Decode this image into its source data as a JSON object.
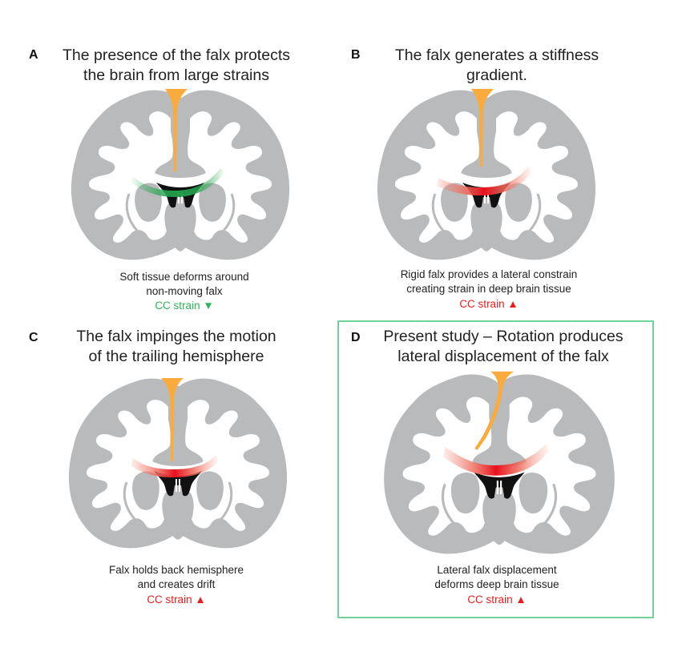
{
  "figure": {
    "panels": [
      {
        "id": "A",
        "letter": "A",
        "title_line1": "The presence of the falx protects",
        "title_line2": "the brain from large strains",
        "caption_line1": "Soft tissue deforms around",
        "caption_line2": "non-moving falx",
        "strain_label": "CC strain ▼",
        "strain_direction": "decrease",
        "strain_color": "#2bb55a",
        "falx_state": "vertical",
        "cc_highlight": "green",
        "highlighted": false
      },
      {
        "id": "B",
        "letter": "B",
        "title_line1": "The falx generates a stiffness",
        "title_line2": "gradient.",
        "caption_line1": "Rigid falx provides a lateral constrain",
        "caption_line2": "creating strain in deep brain tissue",
        "strain_label": "CC strain ▲",
        "strain_direction": "increase",
        "strain_color": "#ee1c1c",
        "falx_state": "vertical",
        "cc_highlight": "red",
        "highlighted": false
      },
      {
        "id": "C",
        "letter": "C",
        "title_line1": "The falx impinges the motion",
        "title_line2": "of the trailing hemisphere",
        "caption_line1": "Falx holds back hemisphere",
        "caption_line2": "and creates drift",
        "strain_label": "CC strain ▲",
        "strain_direction": "increase",
        "strain_color": "#ee1c1c",
        "falx_state": "vertical",
        "cc_highlight": "red",
        "highlighted": false
      },
      {
        "id": "D",
        "letter": "D",
        "title_line1": "Present study – Rotation produces",
        "title_line2": "lateral displacement of the falx",
        "caption_line1": "Lateral falx displacement",
        "caption_line2": "deforms deep brain tissue",
        "strain_label": "CC strain ▲",
        "strain_direction": "increase",
        "strain_color": "#ee1c1c",
        "falx_state": "tilted",
        "cc_highlight": "red",
        "highlighted": true
      }
    ],
    "colors": {
      "brain_gray": "#b9babc",
      "white_matter": "#ffffff",
      "falx_orange": "#f9ac3d",
      "ventricle_black": "#111111",
      "cc_green": "#27a650",
      "cc_red": "#e8202a",
      "highlight_border": "#6fd39a"
    }
  }
}
